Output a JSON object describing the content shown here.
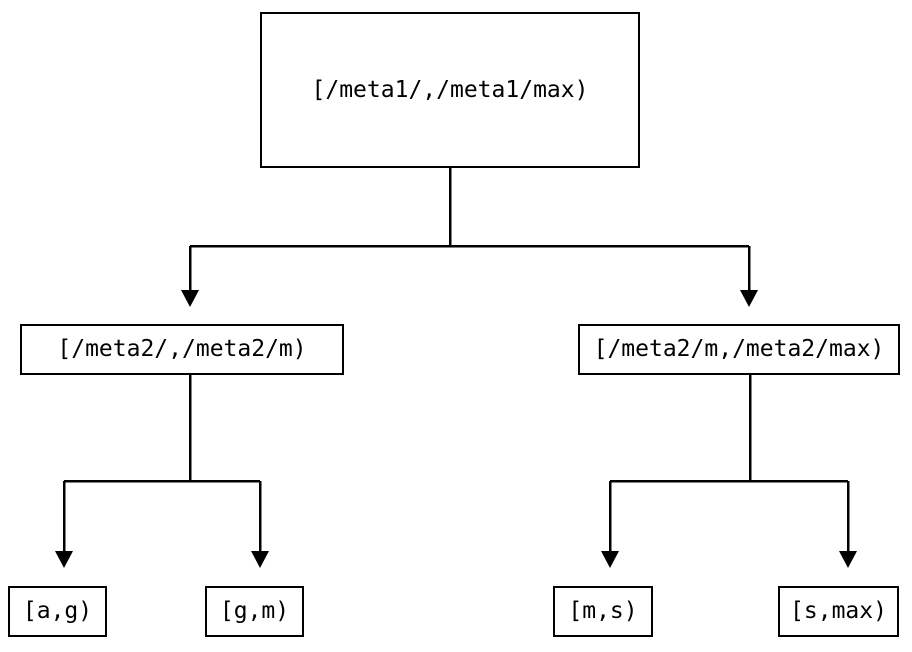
{
  "diagram": {
    "type": "tree",
    "title": "",
    "background_color": "#ffffff",
    "line_color": "#000000",
    "text_color": "#000000",
    "nodes": [
      {
        "id": "root",
        "label": "[/meta1/,/meta1/max)",
        "level": 0
      },
      {
        "id": "mid-left",
        "label": "[/meta2/,/meta2/m)",
        "level": 1
      },
      {
        "id": "mid-right",
        "label": "[/meta2/m,/meta2/max)",
        "level": 1
      },
      {
        "id": "leaf-ag",
        "label": "[a,g)",
        "level": 2
      },
      {
        "id": "leaf-gm",
        "label": "[g,m)",
        "level": 2
      },
      {
        "id": "leaf-ms",
        "label": "[m,s)",
        "level": 2
      },
      {
        "id": "leaf-smax",
        "label": "[s,max)",
        "level": 2
      }
    ],
    "edges": [
      {
        "from": "root",
        "to": "mid-left",
        "arrow": "down"
      },
      {
        "from": "root",
        "to": "mid-right",
        "arrow": "down"
      },
      {
        "from": "mid-left",
        "to": "leaf-ag",
        "arrow": "down"
      },
      {
        "from": "mid-left",
        "to": "leaf-gm",
        "arrow": "down"
      },
      {
        "from": "mid-right",
        "to": "leaf-ms",
        "arrow": "down"
      },
      {
        "from": "mid-right",
        "to": "leaf-smax",
        "arrow": "down"
      }
    ]
  }
}
